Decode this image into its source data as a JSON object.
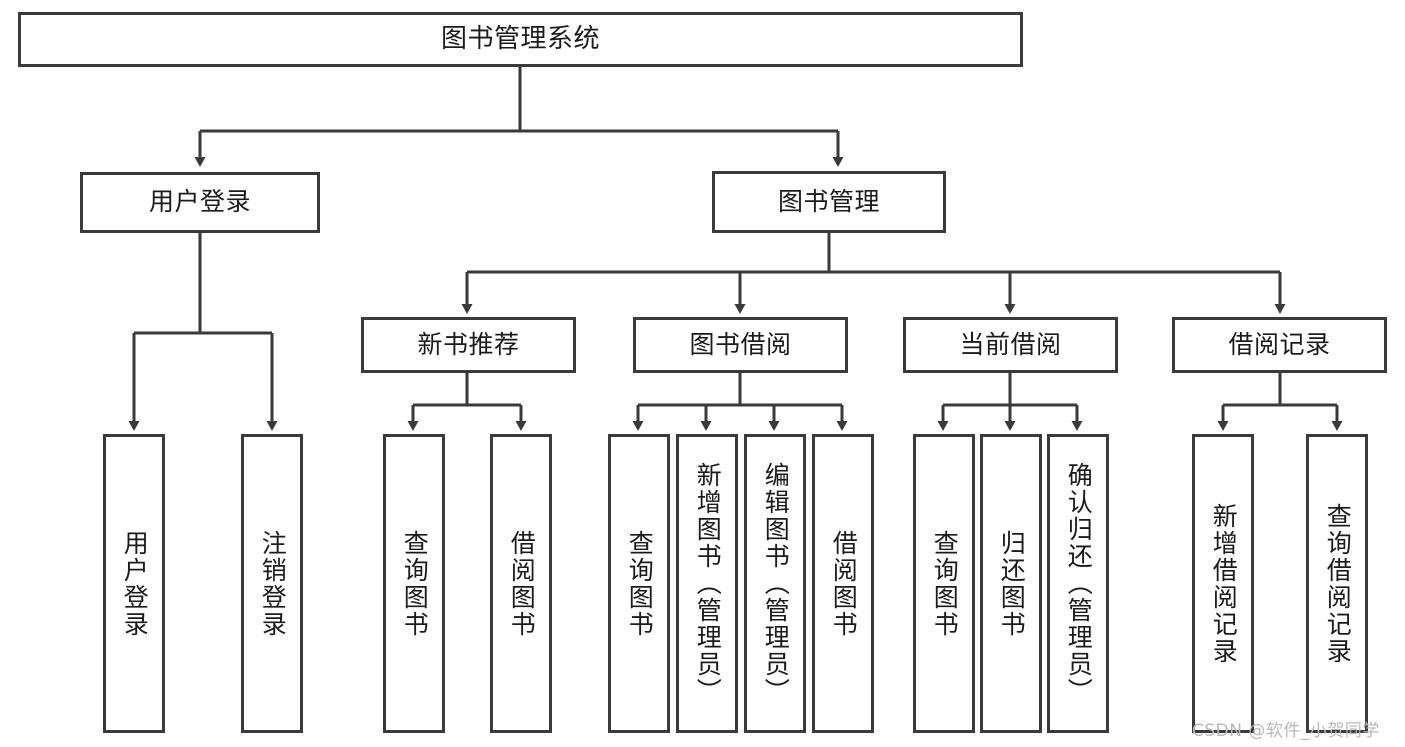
{
  "diagram": {
    "title": "图书管理系统",
    "type": "tree-hierarchy-chart",
    "line_color": "#3a3a3a",
    "text_color": "#1b1b1b",
    "background_color": "#ffffff",
    "root": {
      "label": "图书管理系统"
    },
    "level1": [
      {
        "label": "用户登录"
      },
      {
        "label": "图书管理"
      }
    ],
    "level2": [
      {
        "label": "新书推荐"
      },
      {
        "label": "图书借阅"
      },
      {
        "label": "当前借阅"
      },
      {
        "label": "借阅记录"
      }
    ],
    "leaves": {
      "user_login": [
        {
          "label": "用户登录"
        },
        {
          "label": "注销登录"
        }
      ],
      "new_book_recommend": [
        {
          "label": "查询图书"
        },
        {
          "label": "借阅图书"
        }
      ],
      "book_borrow": [
        {
          "label": "查询图书"
        },
        {
          "label": "新增图书（管理员）"
        },
        {
          "label": "编辑图书（管理员）"
        },
        {
          "label": "借阅图书"
        }
      ],
      "current_borrow": [
        {
          "label": "查询图书"
        },
        {
          "label": "归还图书"
        },
        {
          "label": "确认归还（管理员）"
        }
      ],
      "borrow_record": [
        {
          "label": "新增借阅记录"
        },
        {
          "label": "查询借阅记录"
        }
      ]
    }
  },
  "watermark": {
    "text": "CSDN @软件_小贺同学"
  }
}
